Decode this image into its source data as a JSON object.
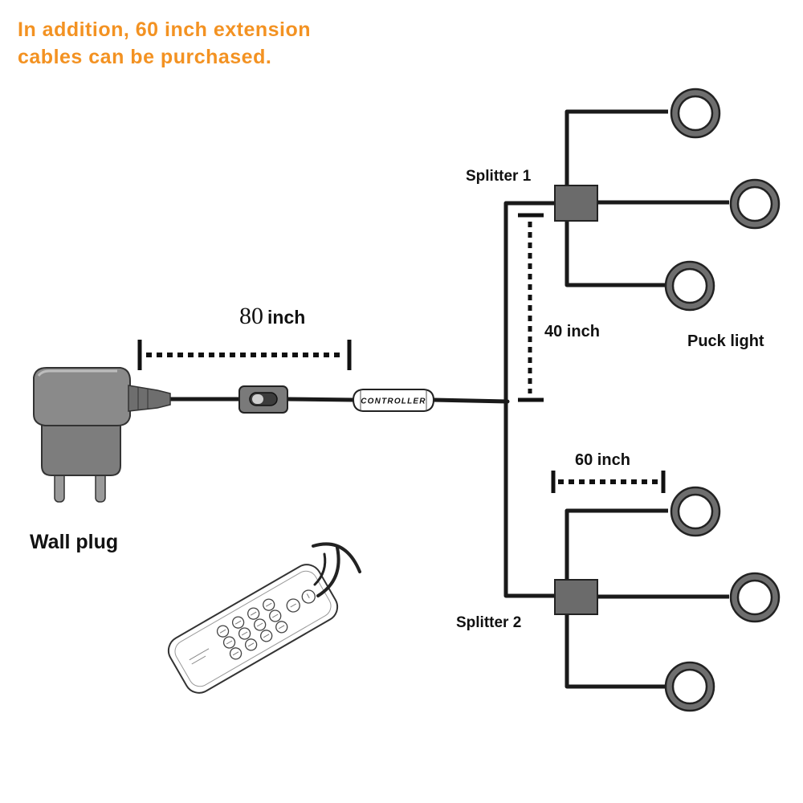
{
  "note": {
    "line1": "In addition, 60 inch extension",
    "line2": "cables can be purchased.",
    "color": "#f39222"
  },
  "labels": {
    "splitter1": "Splitter 1",
    "splitter2": "Splitter 2",
    "puck_light": "Puck light",
    "wall_plug": "Wall plug",
    "controller": "CONTROLLER"
  },
  "dimensions": {
    "cable_80": {
      "value": "80",
      "unit": "inch"
    },
    "cable_40": "40 inch",
    "cable_60": "60 inch"
  },
  "colors": {
    "cable": "#1a1a1a",
    "splitter_box": "#6b6b6b",
    "puck_ring": "#6e6e6e",
    "plug_body": "#8a8a8a"
  },
  "icons": [
    "wall-plug-icon",
    "power-switch-icon",
    "controller-icon",
    "remote-control-icon",
    "wireless-signal-icon",
    "splitter-icon",
    "puck-light-icon"
  ]
}
